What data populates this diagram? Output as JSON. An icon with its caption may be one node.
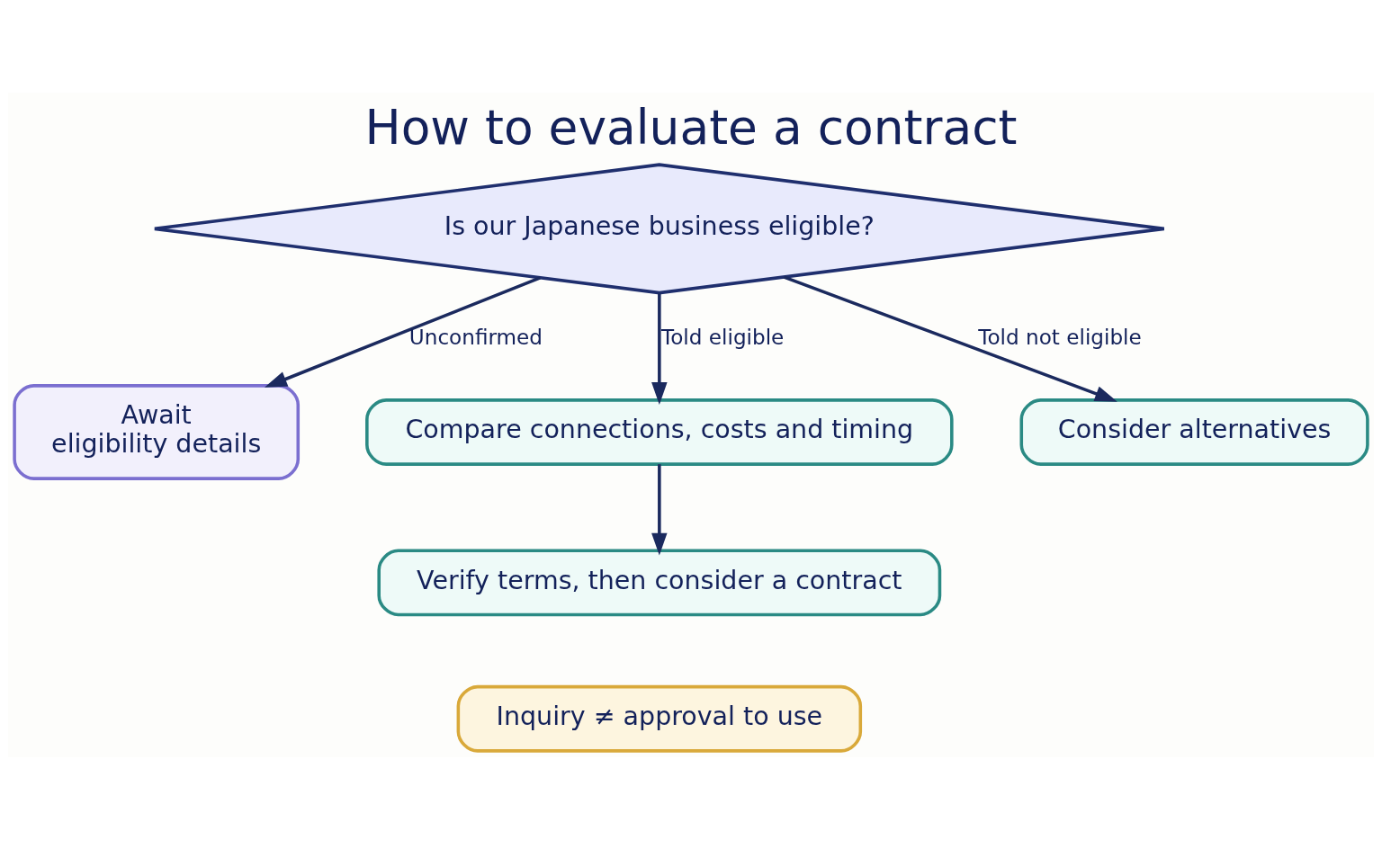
{
  "diagram": {
    "title": "How to evaluate a contract",
    "nodes": [
      {
        "text": [
          "Is our Japanese business eligible?"
        ]
      },
      {
        "text": [
          "Await",
          "eligibility details"
        ]
      },
      {
        "text": [
          "Compare connections, costs and timing"
        ]
      },
      {
        "text": [
          "Consider alternatives"
        ]
      },
      {
        "text": [
          "Verify terms, then consider a contract"
        ]
      },
      {
        "text": [
          "Inquiry ≠ approval to use"
        ]
      }
    ],
    "edges": [
      {
        "from": 0,
        "to": 1,
        "arrow": "to",
        "label": "Unconfirmed"
      },
      {
        "from": 0,
        "to": 2,
        "arrow": "to",
        "label": "Told eligible"
      },
      {
        "from": 0,
        "to": 3,
        "arrow": "to",
        "label": "Told not eligible"
      },
      {
        "from": 2,
        "to": 4,
        "arrow": "to"
      }
    ]
  }
}
